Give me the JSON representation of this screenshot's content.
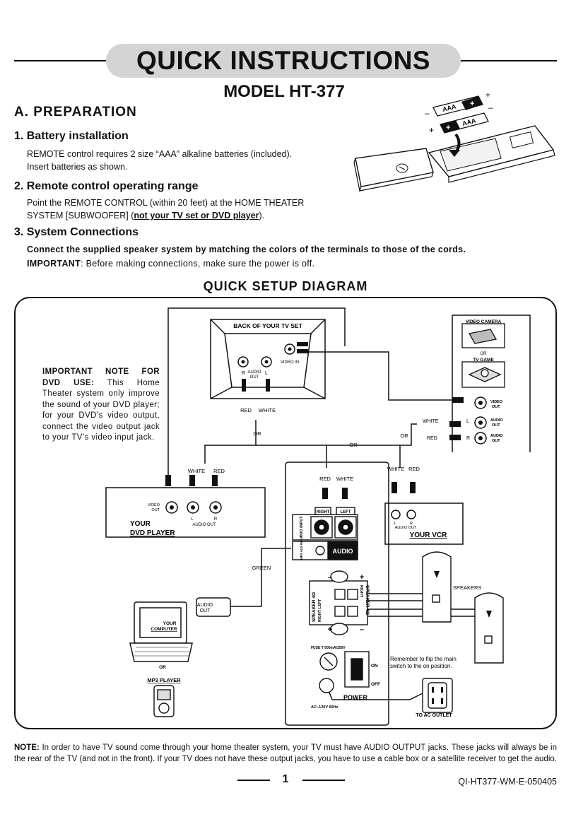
{
  "header": {
    "title": "QUICK INSTRUCTIONS",
    "model": "MODEL HT-377"
  },
  "section_a": {
    "heading": "A. PREPARATION",
    "battery": {
      "heading": "1. Battery installation",
      "text_1": "REMOTE control requires 2 size “AAA” alkaline batteries (included).",
      "text_2": "Insert batteries as shown."
    },
    "remote_range": {
      "heading": "2. Remote control operating range",
      "text_1": "Point the REMOTE CONTROL (within 20 feet) at the  HOME THEATER",
      "text_2a": "SYSTEM [SUBWOOFER] (",
      "text_2b": "not your TV set or DVD player",
      "text_2c": ")."
    },
    "connections": {
      "heading": "3. System Connections",
      "text_bold": "Connect the supplied speaker system by matching the colors of the terminals to those of the cords.",
      "important_label": "IMPORTANT",
      "important_text": ": Before making connections, make sure the power is off."
    }
  },
  "battery_labels": {
    "aaa_1": "AAA",
    "aaa_2": "AAA",
    "plus": "+",
    "minus": "–"
  },
  "diagram": {
    "title": "QUICK SETUP DIAGRAM",
    "dvd_note_bold": "IMPORTANT NOTE FOR DVD USE:",
    "dvd_note_text": " This Home Theater system only improve the sound of your DVD player; for your DVD’s video output, connect the video output jack to your TV’s video input jack.",
    "tv": {
      "title": "BACK OF YOUR TV SET",
      "r": "R",
      "l": "L",
      "audio_out_1": "AUDIO",
      "audio_out_2": "OUT",
      "video_in": "VIDEO IN",
      "red": "RED",
      "white": "WHITE"
    },
    "or": "OR",
    "camera": {
      "video_camera": "VIDEO CAMERA",
      "or": "OR",
      "tv_game": "TV GAME",
      "video_out_1": "VIDEO",
      "video_out_2": "OUT",
      "audio_out_l1": "AUDIO",
      "audio_out_l2": "OUT",
      "audio_out_r1": "AUDIO",
      "audio_out_r2": "OUT",
      "white": "WHITE",
      "red": "RED",
      "l": "L",
      "r": "R"
    },
    "dvd": {
      "white": "WHITE",
      "red": "RED",
      "video_out_1": "VIDEO",
      "video_out_2": "OUT",
      "l": "L",
      "r": "R",
      "audio_out": "AUDIO OUT",
      "label_1": "YOUR",
      "label_2": "DVD PLAYER"
    },
    "vcr": {
      "white": "WHITE",
      "red": "RED",
      "l": "L",
      "r": "R",
      "audio_out": "AUDIO OUT",
      "label": "YOUR VCR"
    },
    "sub": {
      "red": "RED",
      "white": "WHITE",
      "right": "RIGHT",
      "left": "LEFT",
      "dvd_input": "DVD INPUT",
      "mp3_input": "MP3 AUX INPUT",
      "audio": "AUDIO",
      "speaker_4_1": "SPEAKER 4Ω",
      "speaker_4_2": "RIGHT   LEFT",
      "speaker_r_1": "RIGHT",
      "speaker_r_2": "SPEAKER 4Ω",
      "fuse": "FUSE T 500mA/250V",
      "on": "ON",
      "off": "OFF",
      "power": "POWER",
      "ac": "AC~120V 60Hz",
      "plus": "+",
      "minus": "–"
    },
    "green": "GREEN",
    "computer": {
      "audio_out_1": "AUDIO",
      "audio_out_2": "OUT",
      "label_1": "YOUR",
      "label_2": "COMPUTER",
      "or": "OR",
      "mp3": "MP3 PLAYER"
    },
    "speakers": "SPEAKERS",
    "remember_1": "Remember to flip the main",
    "remember_2": "switch to the on position.",
    "ac_outlet": "TO AC OUTLET"
  },
  "note": {
    "label": "NOTE:",
    "text": "  In order to have TV sound come through your home theater system, your TV must have AUDIO OUTPUT jacks. These jacks will always be in the rear of the TV (and not in the front). If your TV does not have these output jacks, you have to use a cable box or a satellite receiver to get the audio."
  },
  "footer": {
    "page": "1",
    "code": "QI-HT377-WM-E-050405"
  }
}
